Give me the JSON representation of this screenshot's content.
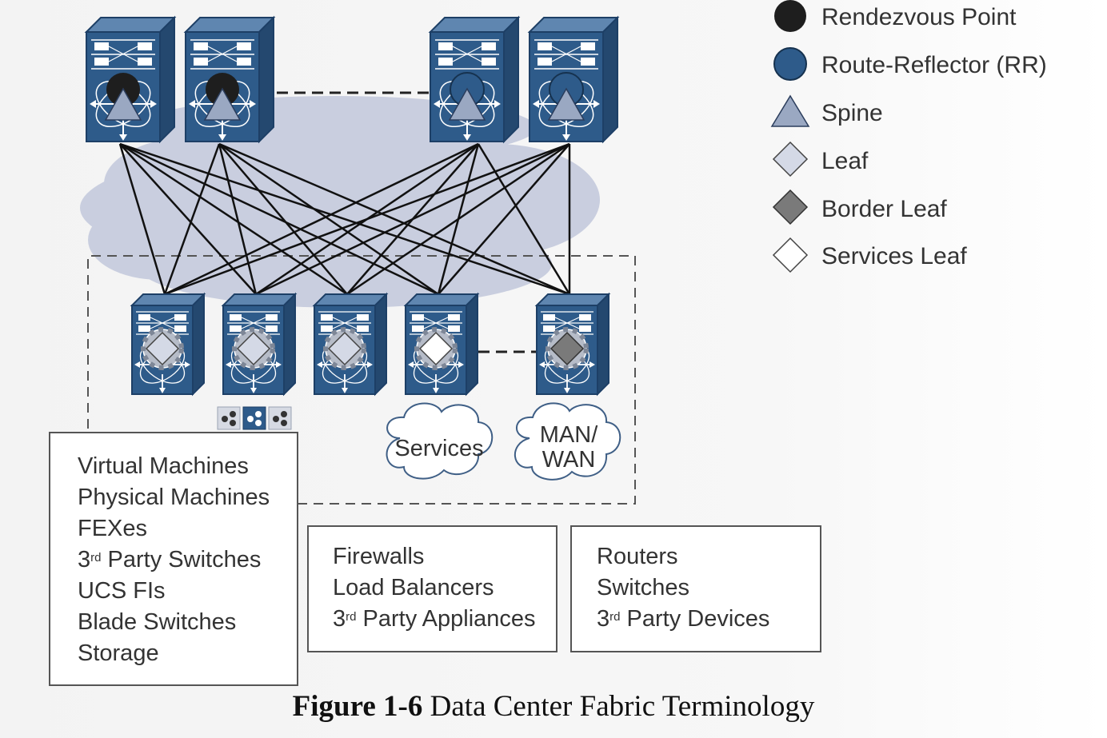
{
  "legend": [
    {
      "label": "Rendezvous Point",
      "icon": "black-circle",
      "color": "#1e1e1e"
    },
    {
      "label": "Route-Reflector (RR)",
      "icon": "blue-circle",
      "color": "#2e5b8a"
    },
    {
      "label": "Spine",
      "icon": "triangle",
      "color": "#9aa8c2"
    },
    {
      "label": "Leaf",
      "icon": "diamond",
      "color": "#d4d9e6"
    },
    {
      "label": "Border Leaf",
      "icon": "diamond",
      "color": "#7a7a7a"
    },
    {
      "label": "Services Leaf",
      "icon": "diamond",
      "color": "#ffffff"
    }
  ],
  "clouds": {
    "services": "Services",
    "wan_line1": "MAN/",
    "wan_line2": "WAN"
  },
  "boxes": {
    "hosts": {
      "l1": "Virtual Machines",
      "l2": "Physical Machines",
      "l3": "FEXes",
      "l4_pre": "3",
      "l4_sup": "rd",
      "l4_post": " Party Switches",
      "l5": "UCS FIs",
      "l6": "Blade Switches",
      "l7": "Storage"
    },
    "services": {
      "l1": "Firewalls",
      "l2": "Load Balancers",
      "l3_pre": "3",
      "l3_sup": "rd",
      "l3_post": " Party Appliances"
    },
    "routing": {
      "l1": "Routers",
      "l2": "Switches",
      "l3_pre": "3",
      "l3_sup": "rd",
      "l3_post": " Party Devices"
    }
  },
  "caption": {
    "label": "Figure 1-6",
    "text": " Data Center Fabric Terminology"
  },
  "colors": {
    "switch_blue": "#2e5b8a",
    "cloud": "#c9cedf",
    "rp": "#1e1e1e",
    "spine": "#9aa8c2"
  }
}
